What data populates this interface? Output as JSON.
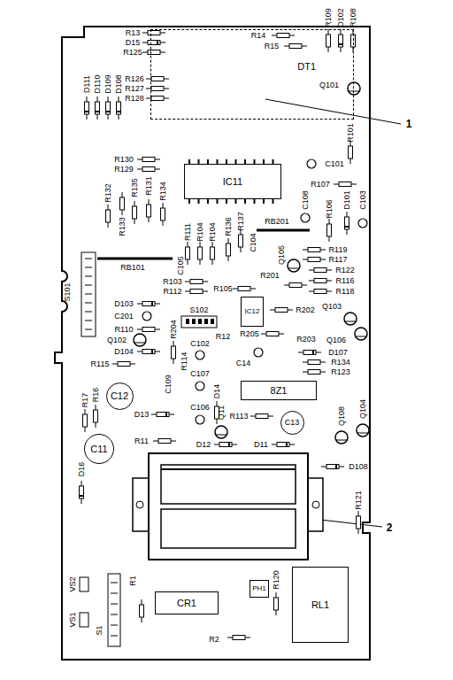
{
  "diagram": {
    "nodes": [
      {
        "text": [
          "DT1"
        ]
      },
      {
        "text": [
          "IC11"
        ]
      },
      {
        "text": [
          "IC12"
        ]
      },
      {
        "text": [
          "8Z1"
        ]
      },
      {
        "text": [
          "C12"
        ]
      },
      {
        "text": [
          "C13"
        ]
      },
      {
        "text": [
          "C11"
        ]
      },
      {
        "text": [
          "PH1"
        ]
      },
      {
        "text": [
          "RL1"
        ]
      },
      {
        "text": [
          "CR1"
        ]
      }
    ],
    "labels": [
      "R13",
      "D15",
      "R125",
      "R126",
      "R127",
      "R128",
      "R14",
      "R15",
      "R109",
      "D102",
      "R108",
      "Q101",
      "R101",
      "C101",
      "R107",
      "C108",
      "R106",
      "D101",
      "C103",
      "D111",
      "D110",
      "D109",
      "D108",
      "R130",
      "R129",
      "R132",
      "R135",
      "R131",
      "R133",
      "R134",
      "R111",
      "R104",
      "R104",
      "R136",
      "R137",
      "RB201",
      "C104",
      "RB101",
      "C105",
      "Q105",
      "R119",
      "R117",
      "R122",
      "R116",
      "R118",
      "R201",
      "R103",
      "R112",
      "R105",
      "S101",
      "D103",
      "C201",
      "R110",
      "Q102",
      "D104",
      "R115",
      "S102",
      "R204",
      "C102",
      "R12",
      "R205",
      "R203",
      "R202",
      "Q103",
      "Q106",
      "D107",
      "R134",
      "R123",
      "C14",
      "R114",
      "C107",
      "C109",
      "D14",
      "C106",
      "Q11",
      "D13",
      "R113",
      "Q108",
      "Q104",
      "R11",
      "D12",
      "D11",
      "R17",
      "R16",
      "D16",
      "D108",
      "R121",
      "R120",
      "R1",
      "S1",
      "VS2",
      "VS1",
      "R2",
      "1",
      "2"
    ]
  }
}
